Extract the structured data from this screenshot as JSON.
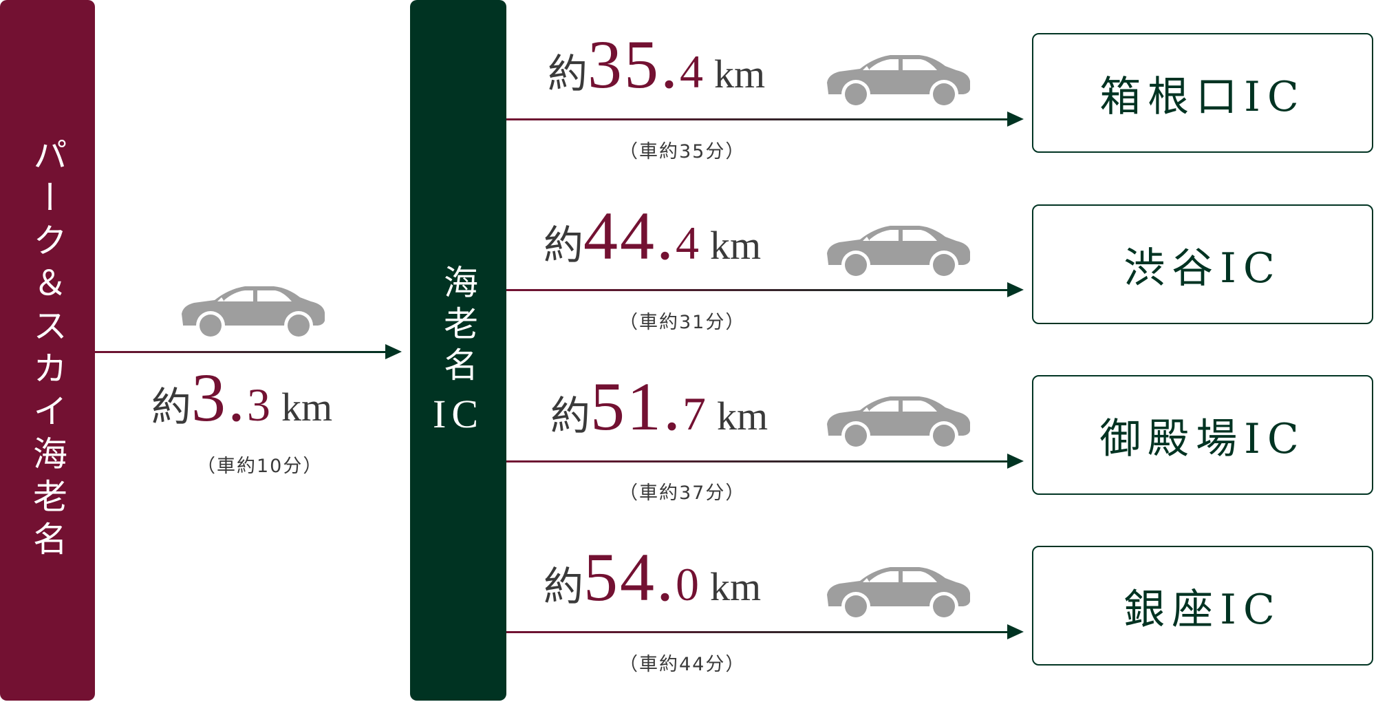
{
  "origin": {
    "label": "パーク＆スカイ海老名"
  },
  "origin_route": {
    "prefix": "約",
    "int": "3.",
    "dec": "3",
    "unit": "km",
    "time": "（車約10分）"
  },
  "hub": {
    "name": "海老名",
    "ic": "IC"
  },
  "routes": [
    {
      "prefix": "約",
      "int": "35.",
      "dec": "4",
      "unit": "km",
      "time": "（車約35分）",
      "dest": "箱根口IC"
    },
    {
      "prefix": "約",
      "int": "44.",
      "dec": "4",
      "unit": "km",
      "time": "（車約31分）",
      "dest": "渋谷IC"
    },
    {
      "prefix": "約",
      "int": "51.",
      "dec": "7",
      "unit": "km",
      "time": "（車約37分）",
      "dest": "御殿場IC"
    },
    {
      "prefix": "約",
      "int": "54.",
      "dec": "0",
      "unit": "km",
      "time": "（車約44分）",
      "dest": "銀座IC"
    }
  ],
  "colors": {
    "origin": "#731132",
    "hub": "#003322",
    "number": "#731132",
    "car": "#9e9e9e"
  },
  "icons": {
    "car": "car-icon",
    "arrow": "arrow-right-icon"
  }
}
